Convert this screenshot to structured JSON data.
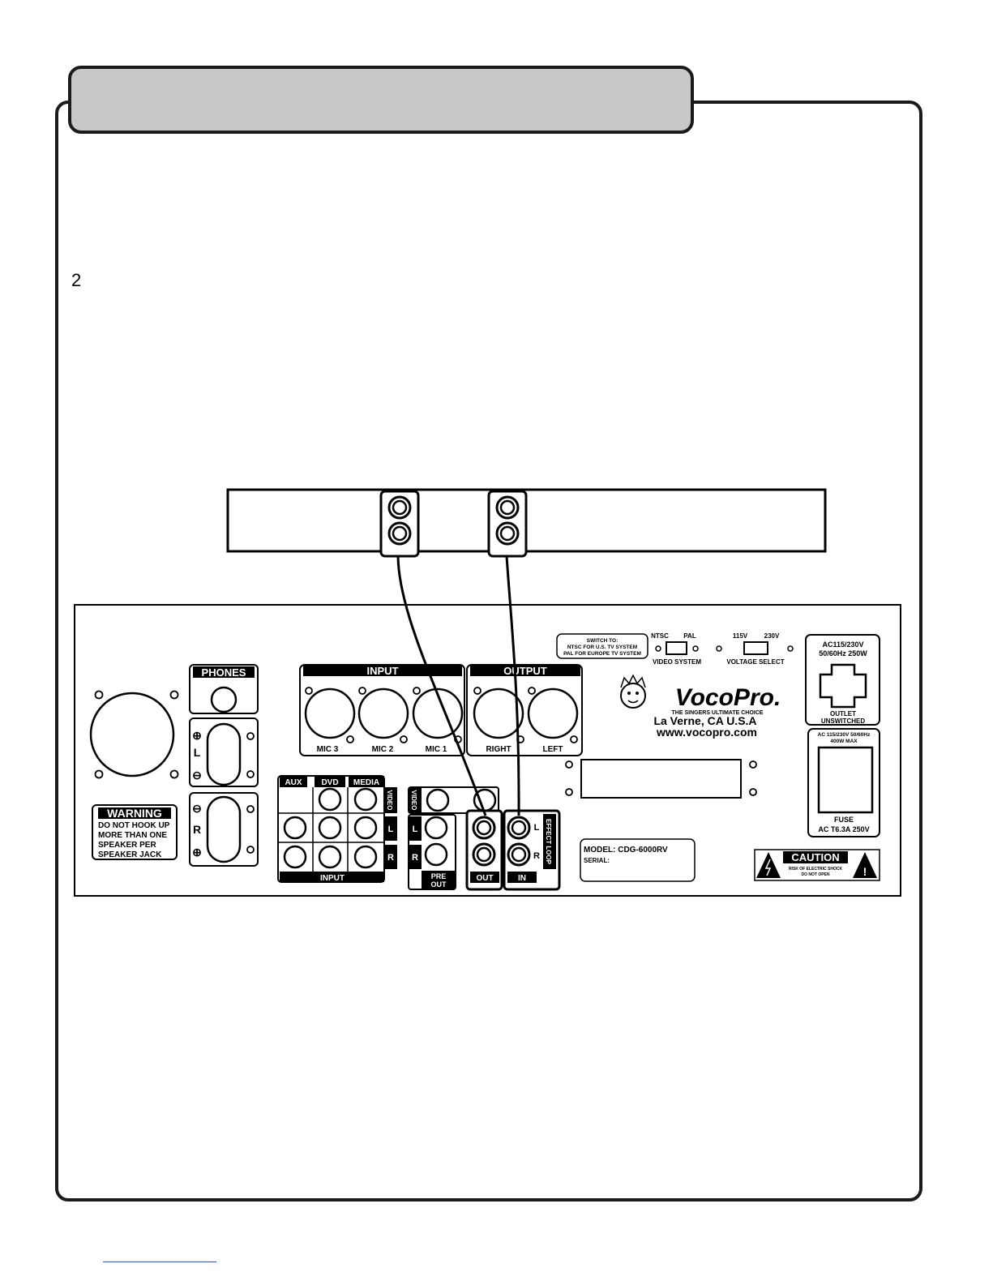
{
  "page_number": "2",
  "panel": {
    "phones": "PHONES",
    "input_xlr": "INPUT",
    "output_xlr": "OUTPUT",
    "mic3": "MIC 3",
    "mic2": "MIC 2",
    "mic1": "MIC 1",
    "right": "RIGHT",
    "left": "LEFT",
    "spk_L": "L",
    "spk_R": "R",
    "plus": "⊕",
    "minus": "⊖",
    "warning_title": "WARNING",
    "warning_lines": [
      "DO NOT HOOK UP",
      "MORE THAN ONE",
      "SPEAKER PER",
      "SPEAKER JACK"
    ],
    "aux": "AUX",
    "dvd": "DVD",
    "media": "MEDIA",
    "video": "VIDEO",
    "row_L": "L",
    "row_R": "R",
    "input_rca": "INPUT",
    "pre_out_1": "PRE",
    "pre_out_2": "OUT",
    "out": "OUT",
    "in": "IN",
    "effect_loop": "EFFECT LOOP",
    "switch_lines": [
      "SWITCH TO:",
      "NTSC FOR U.S. TV SYSTEM",
      "PAL FOR EUROPE TV SYSTEM"
    ],
    "ntsc": "NTSC",
    "pal": "PAL",
    "video_system": "VIDEO SYSTEM",
    "v115": "115V",
    "v230": "230V",
    "voltage_select": "VOLTAGE SELECT",
    "brand": "VocoPro.",
    "tagline": "THE SINGERS ULTIMATE CHOICE",
    "city": "La Verne, CA U.S.A",
    "website": "www.vocopro.com",
    "ac_outlet_1": "AC115/230V",
    "ac_outlet_2": "50/60Hz 250W",
    "outlet_1": "OUTLET",
    "outlet_2": "UNSWITCHED",
    "ac_in_1": "AC 115/230V 50/60Hz",
    "ac_in_2": "400W MAX",
    "fuse_1": "FUSE",
    "fuse_2": "AC T6.3A 250V",
    "model": "MODEL: CDG-6000RV",
    "serial": "SERIAL:",
    "caution": "CAUTION",
    "caution_sub_1": "RISK OF ELECTRIC SHOCK",
    "caution_sub_2": "DO NOT OPEN"
  },
  "colors": {
    "line": "#1a1a1a",
    "tab_fill": "#c8c8c8",
    "link": "#3a56d8"
  }
}
